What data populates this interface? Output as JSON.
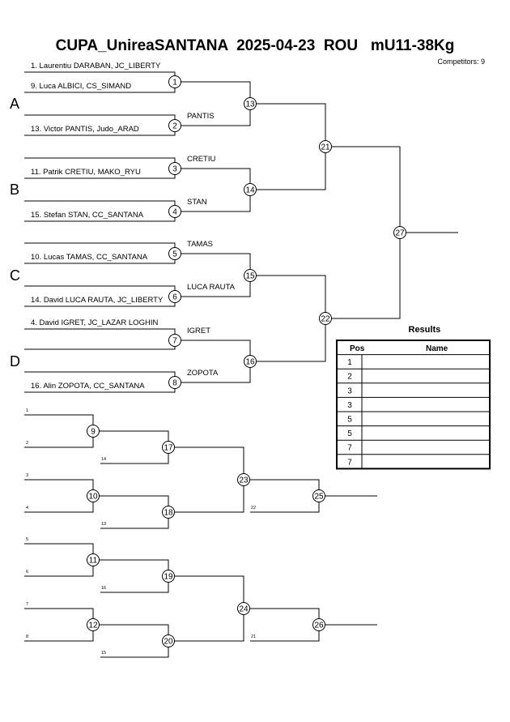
{
  "header": {
    "title": "CUPA_UnireaSANTANA  2025-04-23  ROU   mU11-38Kg",
    "competitors": "Competitors: 9"
  },
  "pools": [
    {
      "label": "A"
    },
    {
      "label": "B"
    },
    {
      "label": "C"
    },
    {
      "label": "D"
    }
  ],
  "main_draw": {
    "entries": [
      "1. Laurentiu DARABAN, JC_LIBERTY",
      "9. Luca ALBICI, CS_SIMAND",
      "13. Victor PANTIS, Judo_ARAD",
      "11. Patrik CRETIU, MAKO_RYU",
      "15. Stefan STAN, CC_SANTANA",
      "10. Lucas TAMAS, CC_SANTANA",
      "14. David LUCA RAUTA, JC_LIBERTY",
      "4. David IGRET, JC_LAZAR LOGHIN",
      "16. Alin ZOPOTA, CC_SANTANA"
    ],
    "round1_matches": [
      "1",
      "2",
      "3",
      "4",
      "5",
      "6",
      "7",
      "8"
    ],
    "round1_winners": [
      "",
      "PANTIS",
      "CRETIU",
      "STAN",
      "TAMAS",
      "LUCA RAUTA",
      "IGRET",
      "ZOPOTA"
    ],
    "round2_matches": [
      "13",
      "14",
      "15",
      "16"
    ],
    "semi_matches": [
      "21",
      "22"
    ],
    "final_match": "27"
  },
  "repechage": {
    "group1": {
      "entries": [
        "1",
        "2",
        "3",
        "4"
      ],
      "matches": [
        "9",
        "10",
        "17",
        "18",
        "23",
        "25"
      ],
      "feeds": [
        "14",
        "13",
        "22"
      ]
    },
    "group2": {
      "entries": [
        "5",
        "6",
        "7",
        "8"
      ],
      "matches": [
        "11",
        "12",
        "19",
        "20",
        "24",
        "26"
      ],
      "feeds": [
        "16",
        "15",
        "21"
      ]
    }
  },
  "results": {
    "title": "Results",
    "col_pos": "Pos",
    "col_name": "Name",
    "rows": [
      {
        "pos": "1",
        "name": ""
      },
      {
        "pos": "2",
        "name": ""
      },
      {
        "pos": "3",
        "name": ""
      },
      {
        "pos": "3",
        "name": ""
      },
      {
        "pos": "5",
        "name": ""
      },
      {
        "pos": "5",
        "name": ""
      },
      {
        "pos": "7",
        "name": ""
      },
      {
        "pos": "7",
        "name": ""
      }
    ]
  }
}
